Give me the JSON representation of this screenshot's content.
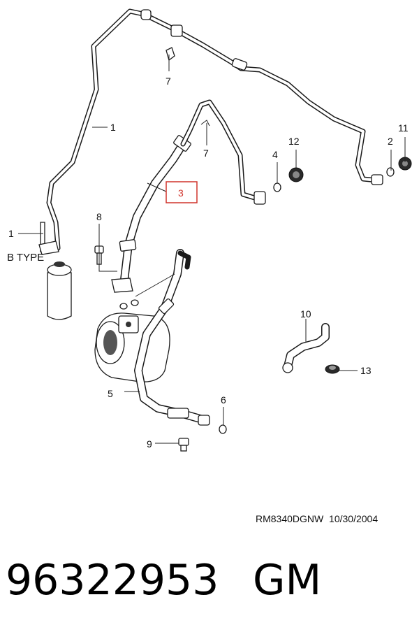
{
  "callouts": {
    "c1_top": "1",
    "c1_left": "1",
    "c2": "2",
    "c3": "3",
    "c4": "4",
    "c5": "5",
    "c6": "6",
    "c7_top": "7",
    "c7_mid": "7",
    "c8": "8",
    "c9": "9",
    "c10": "10",
    "c11": "11",
    "c12": "12",
    "c13": "13"
  },
  "labels": {
    "b_type": "B TYPE"
  },
  "stamp": {
    "drawing_id": "RM8340DGNW",
    "date": "10/30/2004"
  },
  "footer": {
    "part_number": "96322953",
    "brand": "GM"
  },
  "colors": {
    "highlight": "#d0342c",
    "line": "#1a1a1a"
  }
}
